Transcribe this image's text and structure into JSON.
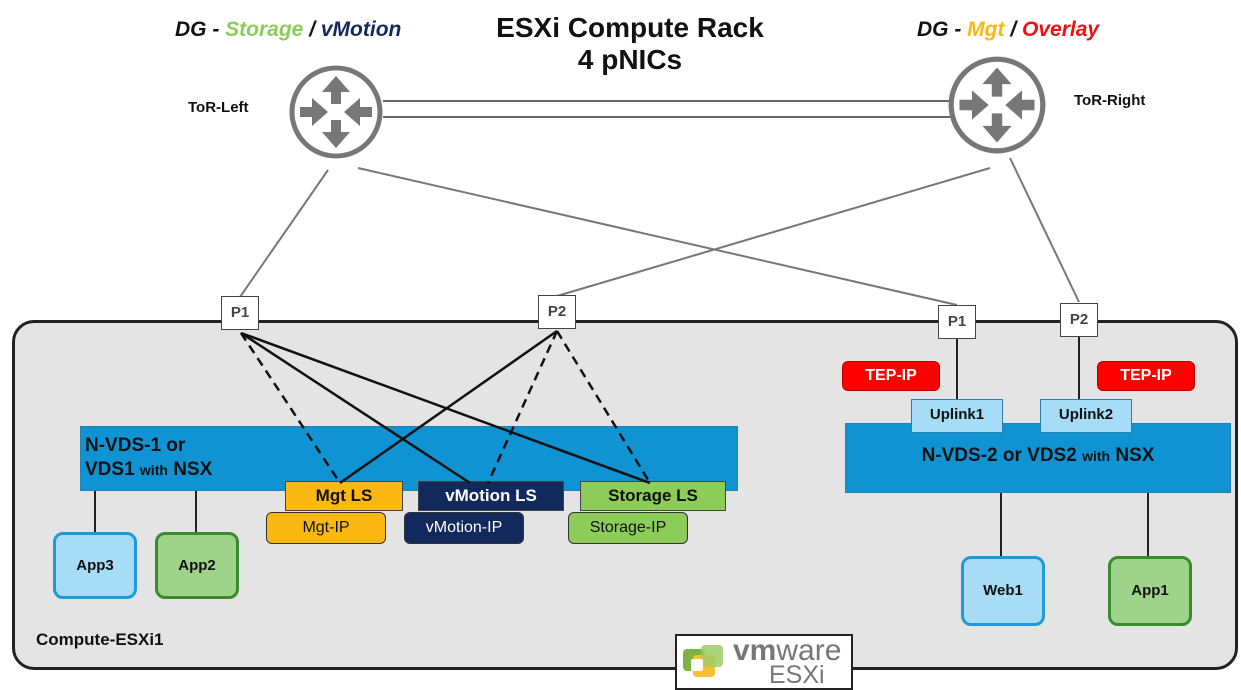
{
  "title": {
    "line1": "ESXi Compute Rack",
    "line2": "4 pNICs"
  },
  "dg_left": {
    "prefix": "DG - ",
    "storage": "Storage",
    "slash": " / ",
    "vmotion": "vMotion"
  },
  "dg_right": {
    "prefix": "DG - ",
    "mgt": "Mgt",
    "slash": " / ",
    "overlay": "Overlay"
  },
  "tor": {
    "left": "ToR-Left",
    "right": "ToR-Right"
  },
  "host": {
    "label": "Compute-ESXi1"
  },
  "ports": {
    "left_p1": "P1",
    "left_p2": "P2",
    "right_p1": "P1",
    "right_p2": "P2"
  },
  "vds1": {
    "line1": "N-VDS-1 or",
    "line2_a": "VDS1 ",
    "line2_b": "with",
    "line2_c": " NSX"
  },
  "vds2": {
    "a": "N-VDS-2 or VDS2 ",
    "b": "with",
    "c": " NSX"
  },
  "ls": {
    "mgt": "Mgt LS",
    "vmotion": "vMotion LS",
    "storage": "Storage LS"
  },
  "ip": {
    "mgt": "Mgt-IP",
    "vmotion": "vMotion-IP",
    "storage": "Storage-IP"
  },
  "apps": {
    "app3": "App3",
    "app2": "App2",
    "web1": "Web1",
    "app1": "App1"
  },
  "tep": {
    "left": "TEP-IP",
    "right": "TEP-IP"
  },
  "uplinks": {
    "u1": "Uplink1",
    "u2": "Uplink2"
  },
  "logo": {
    "vm": "vm",
    "ware": "ware",
    "esxi": "ESXi"
  },
  "colors": {
    "mgt": "#fbb813",
    "vmotion": "#12295d",
    "storage": "#8ccd5a",
    "overlay": "#ee1111",
    "vds": "#0f93d2",
    "tep": "#ff0000"
  }
}
